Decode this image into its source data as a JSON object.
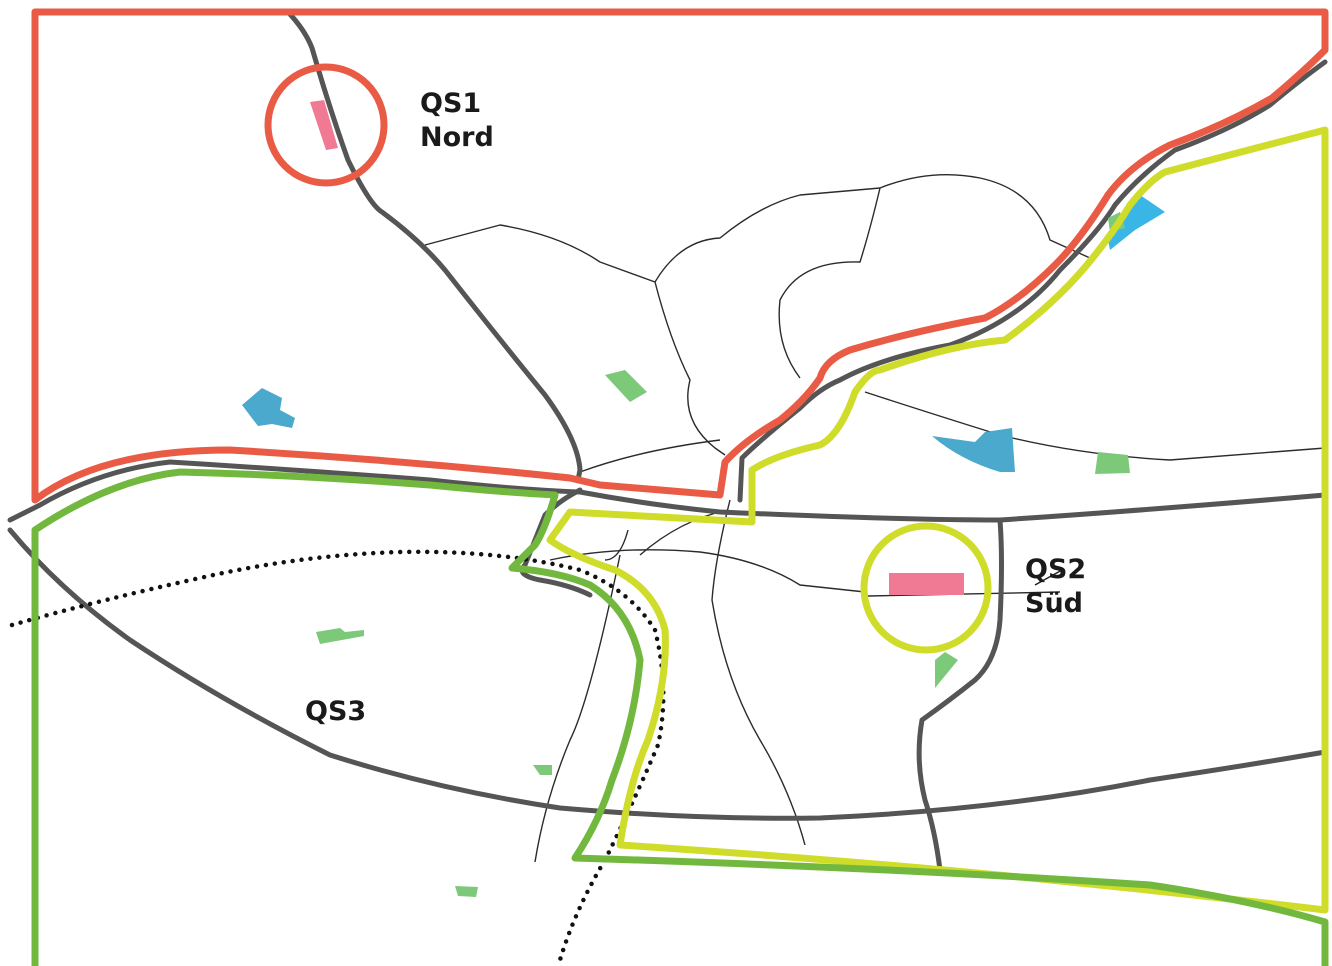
{
  "districts": [
    {
      "id": "QS1",
      "lines": [
        "QS1",
        "Nord"
      ],
      "color": "#ea5b45"
    },
    {
      "id": "QS2",
      "lines": [
        "QS2",
        "Süd"
      ],
      "color": "#cfdc2a"
    },
    {
      "id": "QS3",
      "lines": [
        "QS3"
      ],
      "color": "#72b83e"
    }
  ],
  "legend_colors": {
    "district_highlight": "#f07a93",
    "water": "#4aa9cc",
    "green_space": "#7cc97a",
    "road": "#555555",
    "railway": "#111111"
  }
}
